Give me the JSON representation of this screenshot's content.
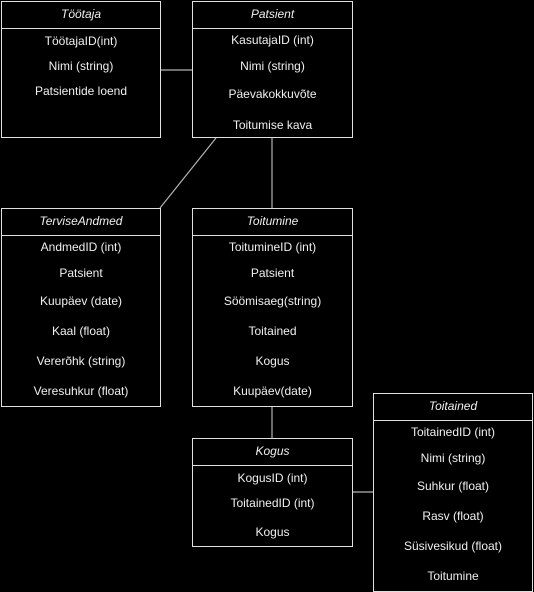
{
  "diagram": {
    "entities": {
      "tootaja": {
        "title": "Töötaja",
        "fields": [
          "TöötajaID(int)",
          "Nimi (string)",
          "Patsientide loend"
        ]
      },
      "patsient": {
        "title": "Patsient",
        "fields": [
          "KasutajaID (int)",
          "Nimi (string)",
          "Päevakokkuvõte",
          "Toitumise kava"
        ]
      },
      "tervise_andmed": {
        "title": "TerviseAndmed",
        "fields": [
          "AndmedID (int)",
          "Patsient",
          "Kuupäev (date)",
          "Kaal (float)",
          "Vererõhk (string)",
          "Veresuhkur (float)"
        ]
      },
      "toitumine": {
        "title": "Toitumine",
        "fields": [
          "ToitumineID (int)",
          "Patsient",
          "Söömisaeg(string)",
          "Toitained",
          "Kogus",
          "Kuupäev(date)"
        ]
      },
      "kogus": {
        "title": "Kogus",
        "fields": [
          "KogusID (int)",
          "ToitainedID (int)",
          "Kogus"
        ]
      },
      "toitained": {
        "title": "Toitained",
        "fields": [
          "ToitainedID (int)",
          "Nimi (string)",
          "Suhkur (float)",
          "Rasv (float)",
          "Süsivesikud (float)",
          "Toitumine"
        ]
      }
    },
    "colors": {
      "background": "#000000",
      "border": "#e0e0e0",
      "text": "#f0f0f0",
      "connector": "#b3b3b3"
    }
  }
}
